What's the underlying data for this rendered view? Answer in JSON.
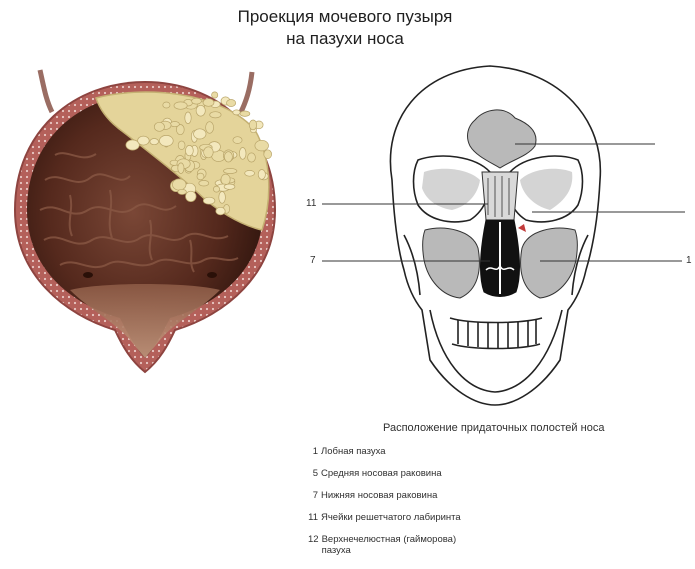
{
  "title": {
    "line1": "Проекция мочевого пузыря",
    "line2": "на пазухи носа"
  },
  "diagram": {
    "caption": "Расположение придаточных полостей носа",
    "callouts_left": [
      "11",
      "7"
    ],
    "callouts_right": [
      "1"
    ],
    "legend": [
      {
        "num": "1",
        "text": "Лобная пазуха"
      },
      {
        "num": "5",
        "text": "Средняя носовая раковина"
      },
      {
        "num": "7",
        "text": "Нижняя носовая раковина"
      },
      {
        "num": "11",
        "text": "Ячейки решетчатого лабиринта"
      },
      {
        "num": "12",
        "text": "Верхнечелюстная (гайморова) пазуха"
      }
    ]
  },
  "colors": {
    "bladder_wall": "#a8554f",
    "bladder_lining": "#6b3a2a",
    "stones": "#efe3b0",
    "sinus_fill": "#b9b9b9",
    "skull_line": "#222222"
  }
}
